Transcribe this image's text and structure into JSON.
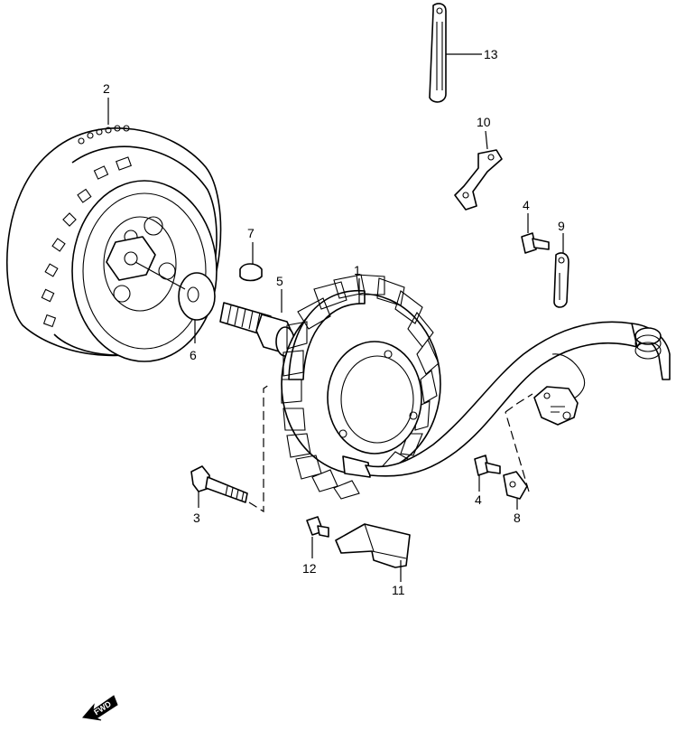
{
  "diagram": {
    "callouts": {
      "c1": "1",
      "c2": "2",
      "c3": "3",
      "c4a": "4",
      "c4b": "4",
      "c5": "5",
      "c6": "6",
      "c7": "7",
      "c8": "8",
      "c9": "9",
      "c10": "10",
      "c11": "11",
      "c12": "12",
      "c13": "13"
    },
    "fwd_label": "FWD"
  },
  "colors": {
    "line": "#000000",
    "background": "#ffffff"
  }
}
